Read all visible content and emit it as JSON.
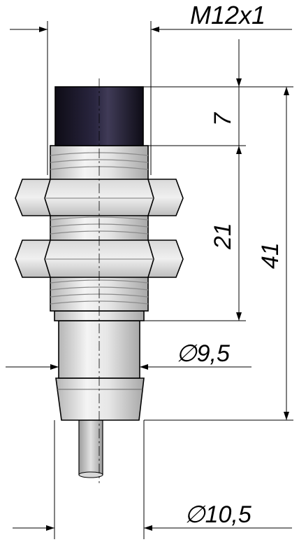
{
  "drawing": {
    "dimensions": {
      "thread": "M12x1",
      "cap_length": "7",
      "thread_length": "21",
      "total_length": "41",
      "neck_diameter": "∅9,5",
      "body_diameter": "∅10,5"
    },
    "colors": {
      "cap": "#15121f",
      "metal_light": "#f2f2f2",
      "metal_mid": "#cfcfcf",
      "metal_dark": "#9a9a9a",
      "nut_face": "#c8c8c8",
      "cable": "#bdbdbd",
      "line": "#000000"
    }
  }
}
